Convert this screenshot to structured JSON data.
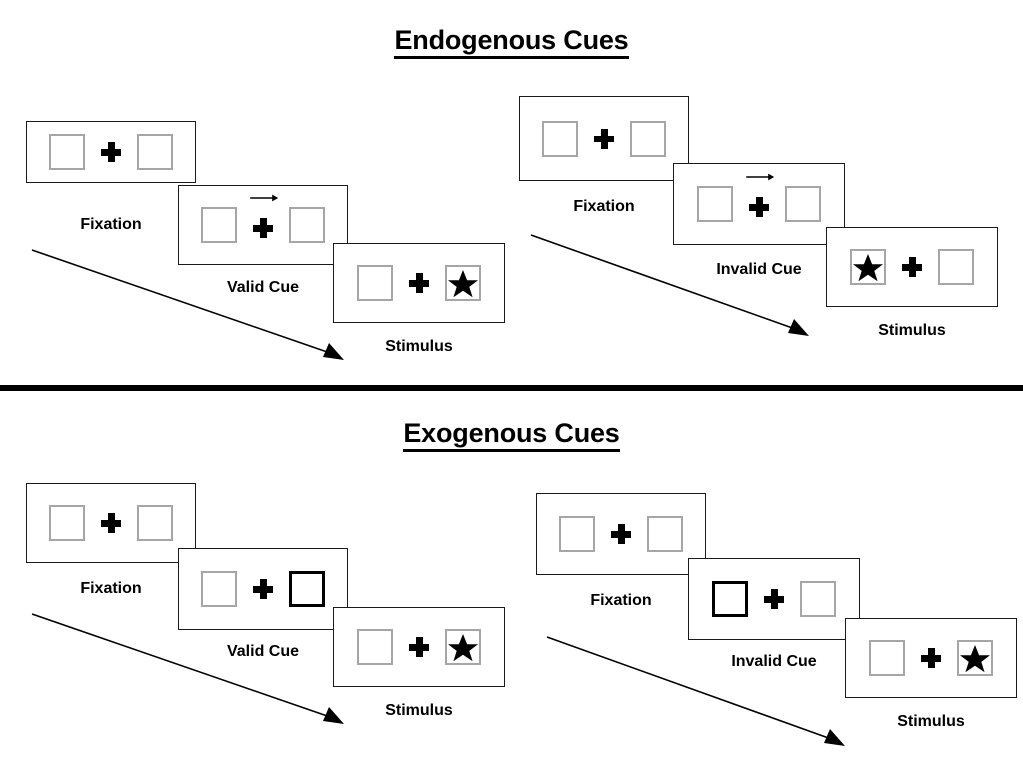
{
  "figure": {
    "sections": [
      {
        "id": "endogenous",
        "title": "Endogenous Cues",
        "cue_type": "arrow",
        "conditions": [
          {
            "id": "endogenous-valid",
            "frames": [
              {
                "label": "Fixation",
                "cue": "none",
                "cue_side": "none",
                "target": "none",
                "target_side": "none"
              },
              {
                "label": "Valid Cue",
                "cue": "arrow",
                "cue_side": "right",
                "target": "none",
                "target_side": "none"
              },
              {
                "label": "Stimulus",
                "cue": "none",
                "cue_side": "none",
                "target": "star",
                "target_side": "right"
              }
            ]
          },
          {
            "id": "endogenous-invalid",
            "frames": [
              {
                "label": "Fixation",
                "cue": "none",
                "cue_side": "none",
                "target": "none",
                "target_side": "none"
              },
              {
                "label": "Invalid Cue",
                "cue": "arrow",
                "cue_side": "right",
                "target": "none",
                "target_side": "none"
              },
              {
                "label": "Stimulus",
                "cue": "none",
                "cue_side": "none",
                "target": "star",
                "target_side": "left"
              }
            ]
          }
        ]
      },
      {
        "id": "exogenous",
        "title": "Exogenous Cues",
        "cue_type": "box-flash",
        "conditions": [
          {
            "id": "exogenous-valid",
            "frames": [
              {
                "label": "Fixation",
                "cue": "none",
                "cue_side": "none",
                "target": "none",
                "target_side": "none"
              },
              {
                "label": "Valid Cue",
                "cue": "box-flash",
                "cue_side": "right",
                "target": "none",
                "target_side": "none"
              },
              {
                "label": "Stimulus",
                "cue": "none",
                "cue_side": "none",
                "target": "star",
                "target_side": "right"
              }
            ]
          },
          {
            "id": "exogenous-invalid",
            "frames": [
              {
                "label": "Fixation",
                "cue": "none",
                "cue_side": "none",
                "target": "none",
                "target_side": "none"
              },
              {
                "label": "Invalid Cue",
                "cue": "box-flash",
                "cue_side": "left",
                "target": "none",
                "target_side": "none"
              },
              {
                "label": "Stimulus",
                "cue": "none",
                "cue_side": "none",
                "target": "star",
                "target_side": "right"
              }
            ]
          }
        ]
      }
    ],
    "icons": {
      "cross": "fixation-cross-icon",
      "arrow": "right-arrow-cue-icon",
      "star": "star-target-icon",
      "time": "time-flow-arrow-icon"
    },
    "colors": {
      "box_border": "#a6a6a6",
      "box_border_highlight": "#000000",
      "panel_border": "#1a1a1a",
      "ink": "#000000",
      "background": "#ffffff"
    }
  }
}
